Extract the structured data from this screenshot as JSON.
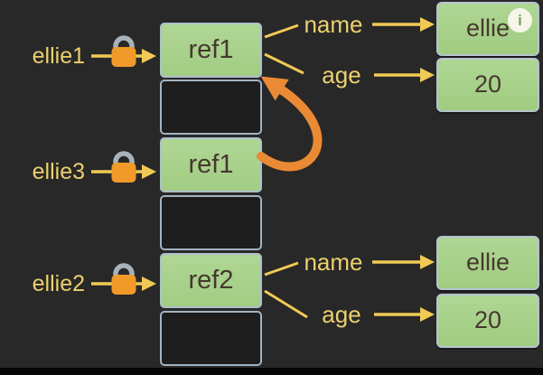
{
  "title": "reference variables memory diagram",
  "colors": {
    "background": "#282828",
    "cell_fill_green": "#a7d089",
    "cell_fill_empty": "#1e1e1e",
    "cell_border": "#aebfcc",
    "cell_text": "#47382f",
    "label_yellow": "#ecd06e",
    "arrow_yellow": "#f1ca55",
    "arrow_orange": "#ea8a34",
    "lock_body": "#ef9a29",
    "lock_shackle": "#a8b2ba",
    "info_badge_bg": "#f5f5ea",
    "info_badge_text": "#7aa557"
  },
  "variables": [
    {
      "label": "ellie1"
    },
    {
      "label": "ellie3"
    },
    {
      "label": "ellie2"
    }
  ],
  "stack": {
    "cells": [
      {
        "value": "ref1"
      },
      {
        "value": ""
      },
      {
        "value": "ref1"
      },
      {
        "value": ""
      },
      {
        "value": "ref2"
      },
      {
        "value": ""
      }
    ]
  },
  "objects": [
    {
      "info_badge": "i",
      "fields": [
        {
          "label": "name",
          "value": "ellie"
        },
        {
          "label": "age",
          "value": "20"
        }
      ]
    },
    {
      "fields": [
        {
          "label": "name",
          "value": "ellie"
        },
        {
          "label": "age",
          "value": "20"
        }
      ]
    }
  ]
}
